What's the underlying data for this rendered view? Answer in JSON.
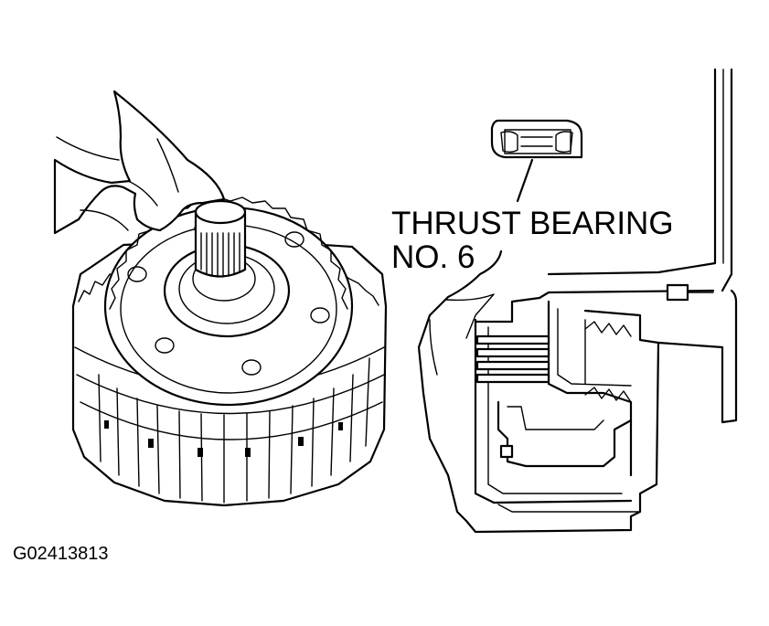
{
  "callout": {
    "line1": "THRUST BEARING",
    "line2": "NO. 6"
  },
  "figure_id": "G02413813"
}
